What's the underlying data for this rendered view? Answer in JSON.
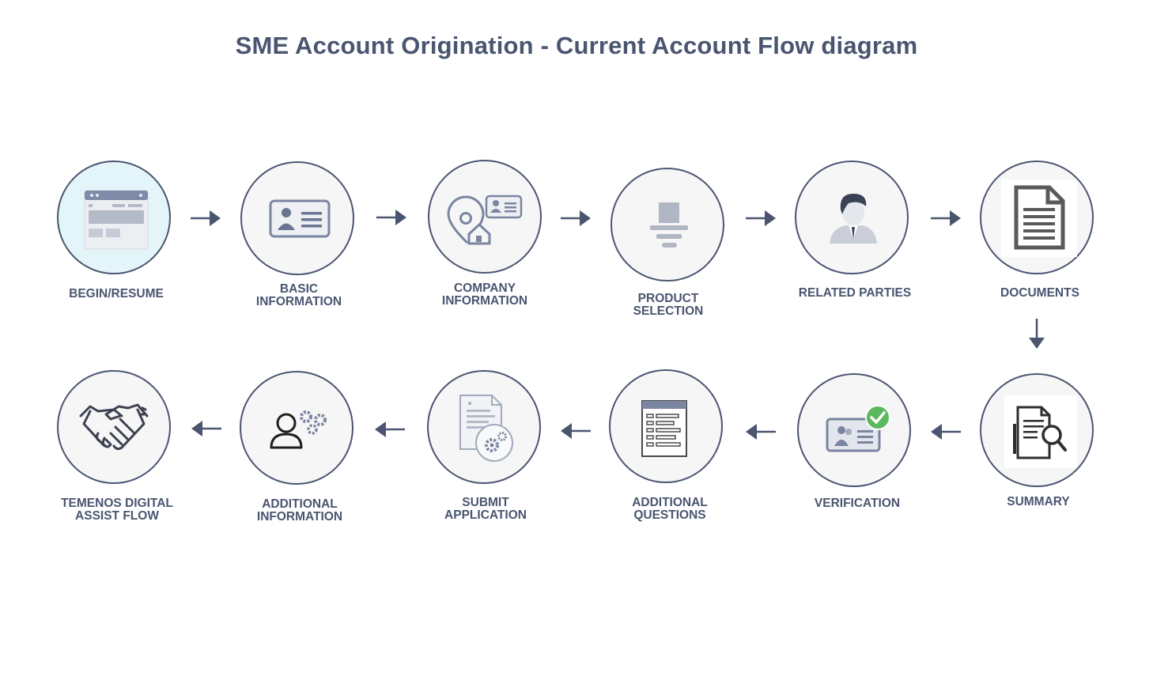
{
  "title": "SME Account Origination - Current Account Flow diagram",
  "steps": [
    {
      "line1": "BEGIN/RESUME",
      "line2": "",
      "icon": "browser-window-icon"
    },
    {
      "line1": "BASIC",
      "line2": "INFORMATION",
      "icon": "id-card-icon"
    },
    {
      "line1": "COMPANY",
      "line2": "INFORMATION",
      "icon": "location-home-icon"
    },
    {
      "line1": "PRODUCT",
      "line2": "SELECTION",
      "icon": "product-stack-icon"
    },
    {
      "line1": "RELATED PARTIES",
      "line2": "",
      "icon": "person-avatar-icon"
    },
    {
      "line1": "DOCUMENTS",
      "line2": "",
      "icon": "document-icon"
    },
    {
      "line1": "SUMMARY",
      "line2": "",
      "icon": "document-search-icon"
    },
    {
      "line1": "VERIFICATION",
      "line2": "",
      "icon": "verified-id-icon"
    },
    {
      "line1": "ADDITIONAL",
      "line2": "QUESTIONS",
      "icon": "form-list-icon"
    },
    {
      "line1": "SUBMIT",
      "line2": "APPLICATION",
      "icon": "document-gear-icon"
    },
    {
      "line1": "ADDITIONAL",
      "line2": "INFORMATION",
      "icon": "user-gears-icon"
    },
    {
      "line1": "TEMENOS DIGITAL",
      "line2": "ASSIST FLOW",
      "icon": "handshake-icon"
    }
  ],
  "colors": {
    "stroke": "#4a5570",
    "node_fill": "#f6f6f7",
    "active_fill": "#e3f5f8",
    "check": "#5cb85c"
  }
}
